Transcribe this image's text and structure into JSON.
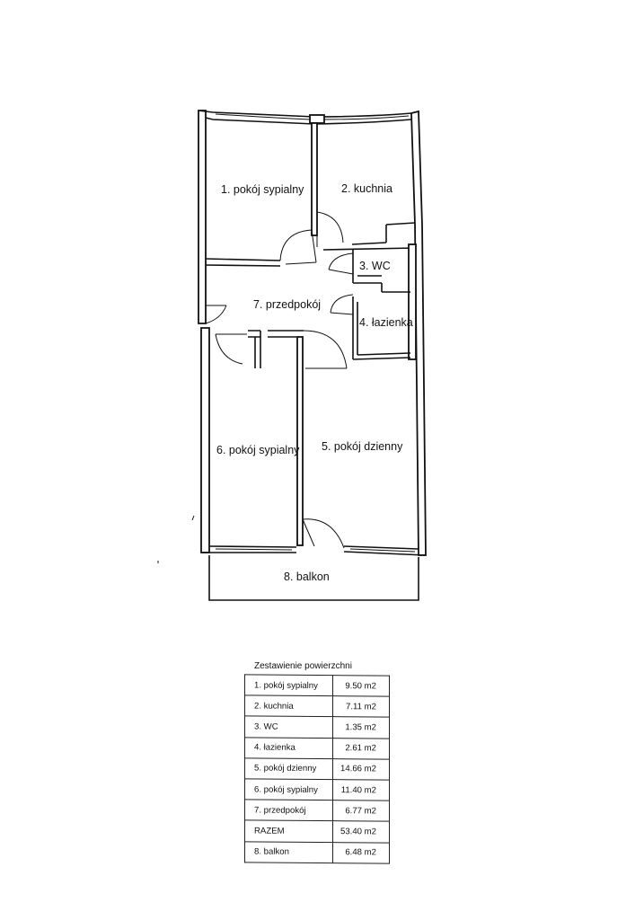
{
  "rooms": {
    "r1": "1. pokój sypialny",
    "r2": "2. kuchnia",
    "r3": "3. WC",
    "r4": "4. łazienka",
    "r5": "5. pokój dzienny",
    "r6": "6. pokój sypialny",
    "r7": "7. przedpokój",
    "r8": "8. balkon"
  },
  "summary": {
    "title": "Zestawienie powierzchni",
    "rows": [
      {
        "name": "1. pokój sypialny",
        "area": "9.50 m2"
      },
      {
        "name": "2. kuchnia",
        "area": "7.11 m2"
      },
      {
        "name": "3. WC",
        "area": "1.35 m2"
      },
      {
        "name": "4. łazienka",
        "area": "2.61 m2"
      },
      {
        "name": "5. pokój dzienny",
        "area": "14.66 m2"
      },
      {
        "name": "6. pokój sypialny",
        "area": "11.40 m2"
      },
      {
        "name": "7. przedpokój",
        "area": "6.77 m2"
      },
      {
        "name": "RAZEM",
        "area": "53.40 m2"
      },
      {
        "name": "8. balkon",
        "area": "6.48 m2"
      }
    ]
  }
}
